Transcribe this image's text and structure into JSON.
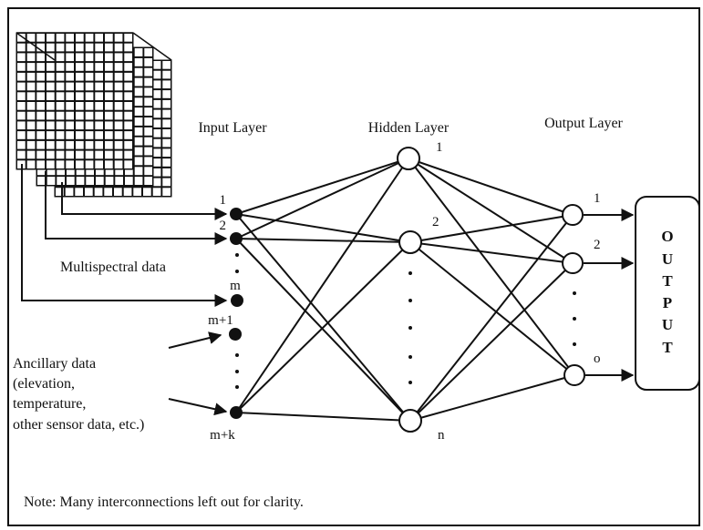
{
  "layers": {
    "input": "Input Layer",
    "hidden": "Hidden Layer",
    "output": "Output Layer"
  },
  "input_nodes": {
    "n1": "1",
    "n2": "2",
    "nm": "m",
    "nm1": "m+1",
    "nmk": "m+k"
  },
  "hidden_nodes": {
    "h1": "1",
    "h2": "2",
    "hn": "n"
  },
  "output_nodes": {
    "o1": "1",
    "o2": "2",
    "oo": "o"
  },
  "output_box": [
    "O",
    "U",
    "T",
    "P",
    "U",
    "T"
  ],
  "labels": {
    "multispectral": "Multispectral data",
    "ancillary_1": "Ancillary data",
    "ancillary_2": "(elevation,",
    "ancillary_3": "temperature,",
    "ancillary_4": "other sensor data, etc.)"
  },
  "note": "Note: Many interconnections left out for clarity."
}
